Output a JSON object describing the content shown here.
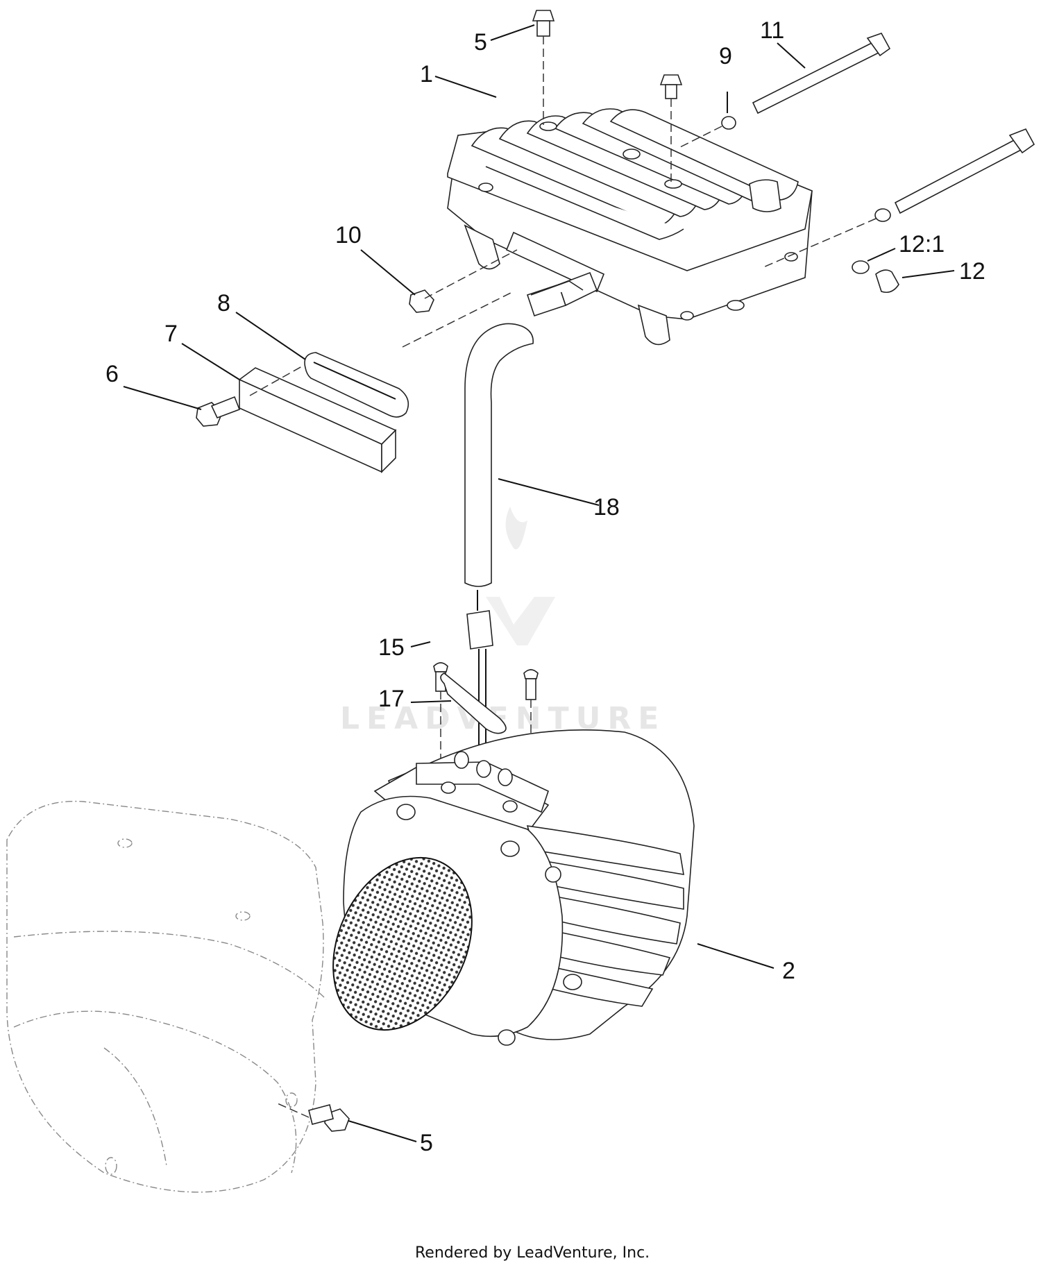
{
  "callouts": [
    {
      "id": "c5a",
      "text": "5"
    },
    {
      "id": "c1",
      "text": "1"
    },
    {
      "id": "c9",
      "text": "9"
    },
    {
      "id": "c11",
      "text": "11"
    },
    {
      "id": "c10",
      "text": "10"
    },
    {
      "id": "c12_1",
      "text": "12:1"
    },
    {
      "id": "c12",
      "text": "12"
    },
    {
      "id": "c8",
      "text": "8"
    },
    {
      "id": "c7",
      "text": "7"
    },
    {
      "id": "c6",
      "text": "6"
    },
    {
      "id": "c18",
      "text": "18"
    },
    {
      "id": "c15",
      "text": "15"
    },
    {
      "id": "c17",
      "text": "17"
    },
    {
      "id": "c2",
      "text": "2"
    },
    {
      "id": "c5b",
      "text": "5"
    }
  ],
  "watermark": {
    "text": "LEADVENTURE"
  },
  "footer": {
    "text": "Rendered by LeadVenture, Inc."
  }
}
